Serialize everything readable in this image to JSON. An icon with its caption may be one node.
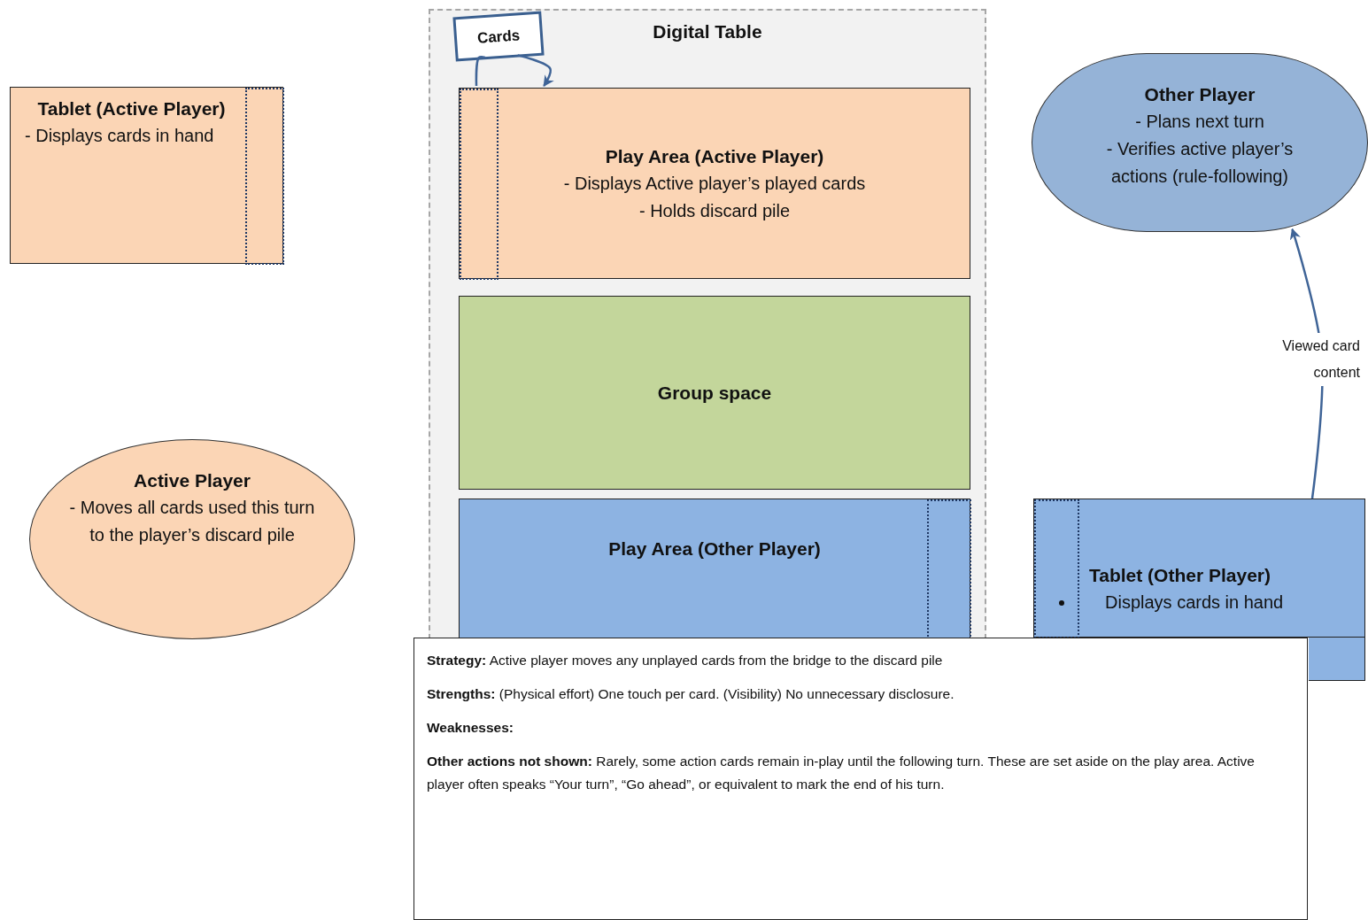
{
  "diagram": {
    "nodes": [
      {
        "text": [
          "Digital Table"
        ]
      },
      {
        "text": [
          "Cards"
        ],
        "in": 0
      },
      {
        "text": [
          "Play Area (Active Player)",
          "- Displays Active player’s played cards",
          "- Holds discard pile"
        ],
        "in": 0
      },
      {
        "text": [],
        "shape": "box",
        "in": 2
      },
      {
        "text": [
          "Group space"
        ],
        "in": 0
      },
      {
        "text": [
          "Play Area (Other Player)"
        ],
        "in": 0
      },
      {
        "text": [],
        "shape": "box",
        "in": 5
      },
      {
        "text": [
          "Tablet (Active Player)",
          "- Displays cards in hand"
        ]
      },
      {
        "text": [],
        "shape": "box",
        "in": 7
      },
      {
        "text": [
          "Active Player",
          "- Moves all cards used this turn to the player’s discard pile"
        ]
      },
      {
        "text": [
          "Other Player",
          "- Plans next turn",
          "- Verifies active player’s actions (rule-following)"
        ]
      },
      {
        "text": [
          "Tablet (Other Player)",
          "Displays cards in hand"
        ]
      },
      {
        "text": [],
        "shape": "box",
        "in": 11
      },
      {
        "text": [
          "**Strategy:** Active player moves any unplayed cards from the bridge to the discard pile",
          "**Strengths:** (Physical effort) One touch per card. (Visibility) No unnecessary disclosure.",
          "**Weaknesses:**",
          "**Other actions not shown:** Rarely, some action cards remain in-play until the following turn. These are set aside on the play area. Active player often speaks “Your turn”, “Go ahead”, or equivalent to mark the end of his turn."
        ]
      }
    ],
    "edges": [
      {
        "from": 3,
        "to": 1,
        "arrow": "none"
      },
      {
        "from": 1,
        "to": 2,
        "arrow": "to"
      },
      {
        "from": 11,
        "to": 10,
        "arrow": "to",
        "label": "Viewed card content"
      }
    ]
  }
}
